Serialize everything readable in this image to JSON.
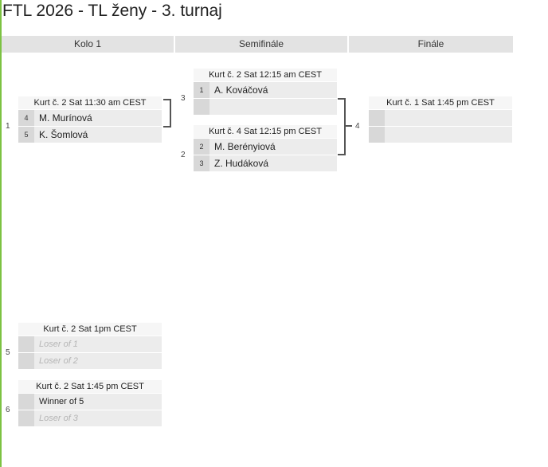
{
  "page": {
    "title": "FTL 2026 - TL ženy - 3. turnaj"
  },
  "rounds": [
    {
      "label": "Kolo 1"
    },
    {
      "label": "Semifinále"
    },
    {
      "label": "Finále"
    }
  ],
  "matches": [
    {
      "number": "1",
      "header": "Kurt č. 2 Sat 11:30 am CEST",
      "slots": [
        {
          "seed": "4",
          "name": "M. Murínová"
        },
        {
          "seed": "5",
          "name": "K. Šomlová"
        }
      ]
    },
    {
      "number": "3",
      "header": "Kurt č. 2 Sat 12:15 am CEST",
      "slots": [
        {
          "seed": "1",
          "name": "A. Kováčová"
        },
        {
          "seed": "",
          "name": ""
        }
      ]
    },
    {
      "number": "2",
      "header": "Kurt č. 4 Sat 12:15 pm CEST",
      "slots": [
        {
          "seed": "2",
          "name": "M. Berényiová"
        },
        {
          "seed": "3",
          "name": "Z. Hudáková"
        }
      ]
    },
    {
      "number": "4",
      "header": "Kurt č. 1 Sat 1:45 pm CEST",
      "slots": [
        {
          "seed": "",
          "name": ""
        },
        {
          "seed": "",
          "name": ""
        }
      ]
    },
    {
      "number": "5",
      "header": "Kurt č. 2 Sat 1pm CEST",
      "slots": [
        {
          "seed": "",
          "name": "Loser of 1"
        },
        {
          "seed": "",
          "name": "Loser of 2"
        }
      ]
    },
    {
      "number": "6",
      "header": "Kurt č. 2 Sat 1:45 pm CEST",
      "slots": [
        {
          "seed": "",
          "name": "Winner of 5"
        },
        {
          "seed": "",
          "name": "Loser of 3"
        }
      ]
    }
  ]
}
